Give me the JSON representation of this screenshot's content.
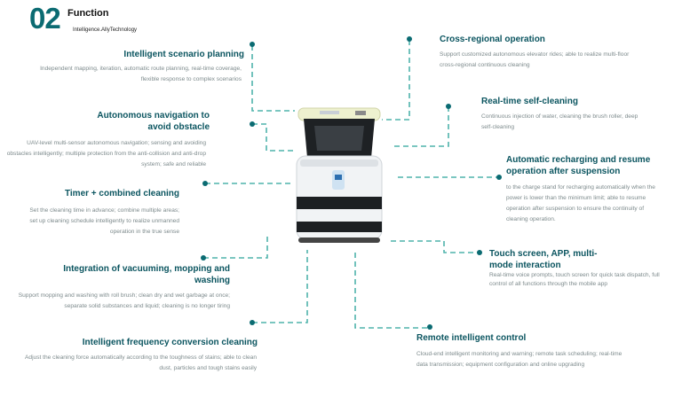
{
  "header": {
    "number": "02",
    "title": "Function",
    "subtitle": "Intelligence.AllyTechnology"
  },
  "features": [
    {
      "title": "Intelligent scenario planning",
      "desc": "Independent mapping, iteration, automatic route planning, real-time coverage, flexible response to complex scenarios"
    },
    {
      "title": "Autonomous navigation to avoid obstacle",
      "desc": "UAV-level multi-sensor autonomous navigation; sensing and avoiding obstacles intelligently; multiple protection from the anti-collision and anti-drop system; safe and reliable"
    },
    {
      "title": "Timer + combined cleaning",
      "desc": "Set the cleaning time in advance; combine multiple areas; set up cleaning schedule intelligently to realize unmanned operation in the true sense"
    },
    {
      "title": "Integration of vacuuming, mopping and washing",
      "desc": "Support mopping and washing with roll brush; clean dry and wet garbage at once; separate solid substances and liquid; cleaning is no longer tiring"
    },
    {
      "title": "Intelligent frequency conversion cleaning",
      "desc": "Adjust the cleaning force automatically according to the toughness of stains; able to clean dust, particles and tough stains easily"
    },
    {
      "title": "Cross-regional operation",
      "desc": "Support customized autonomous elevator rides; able to realize multi-floor cross-regional continuous cleaning"
    },
    {
      "title": "Real-time self-cleaning",
      "desc": "Continuous injection of water, cleaning the brush roller, deep self-cleaning"
    },
    {
      "title": "Automatic recharging and resume operation after suspension",
      "desc": "to the charge stand for recharging automatically when the power is lower than the minimum limit; able to resume operation after suspension to ensure the continuity of cleaning operation."
    },
    {
      "title": "Touch screen, APP, multi-mode interaction",
      "desc": "Real-time voice prompts, touch screen for quick task dispatch, full control of all functions through the mobile app"
    },
    {
      "title": "Remote intelligent control",
      "desc": "Cloud-end intelligent monitoring and warning; remote task scheduling; real-time data transmission; equipment configuration and online upgrading"
    }
  ],
  "colors": {
    "accent": "#0b6b72",
    "line": "#4fb3ab",
    "title": "#0b5560",
    "desc": "#7d8a8c"
  }
}
